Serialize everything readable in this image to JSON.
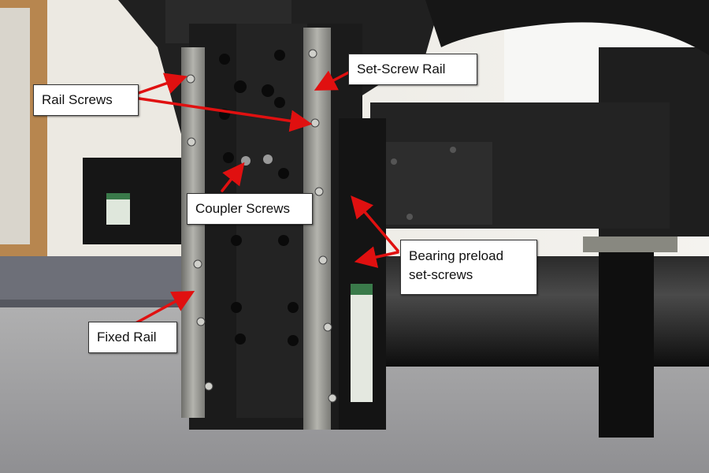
{
  "callouts": {
    "rail_screws": "Rail Screws",
    "set_screw_rail": "Set-Screw Rail",
    "coupler_screws": "Coupler Screws",
    "bearing_line1": "Bearing preload",
    "bearing_line2": "set-screws",
    "fixed_rail": "Fixed Rail"
  },
  "colors": {
    "arrow": "#e01010",
    "callout_bg": "#ffffff",
    "metal_dark": "#1b1b1b",
    "rail_steel": "#9a9a95"
  }
}
